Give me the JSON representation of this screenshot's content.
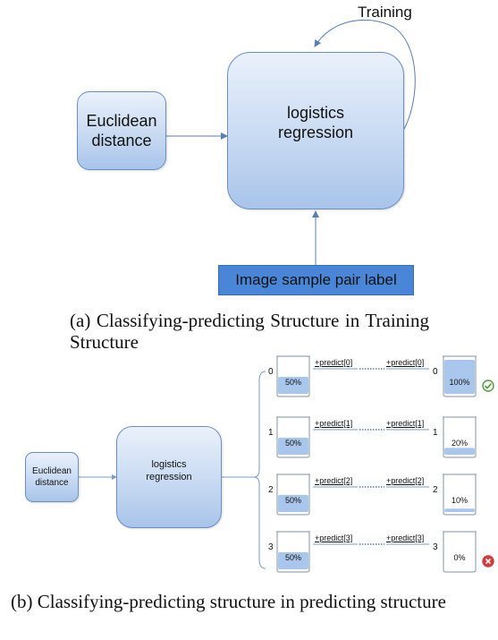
{
  "diagram_a": {
    "training_label": "Training",
    "euclidean_label": "Euclidean distance",
    "regression_label": "logistics regression",
    "sample_label": "Image sample pair label",
    "caption": "(a) Classifying-predicting Structure in Training Structure"
  },
  "diagram_b": {
    "euclidean_label": "Euclidean distance",
    "regression_label": "logistics regression",
    "caption": "(b) Classifying-predicting structure in predicting structure",
    "rows": [
      {
        "index": "0",
        "left_pct": "50%",
        "predict_a": "+predict[0]",
        "predict_b": "+predict[0]",
        "right_index": "0",
        "right_pct": "100%",
        "left_fill": 0.5,
        "right_fill": 1.0,
        "status": "check-icon"
      },
      {
        "index": "1",
        "left_pct": "50%",
        "predict_a": "+predict[1]",
        "predict_b": "+predict[1]",
        "right_index": "1",
        "right_pct": "20%",
        "left_fill": 0.5,
        "right_fill": 0.2,
        "status": ""
      },
      {
        "index": "2",
        "left_pct": "50%",
        "predict_a": "+predict[2]",
        "predict_b": "+predict[2]",
        "right_index": "2",
        "right_pct": "10%",
        "left_fill": 0.5,
        "right_fill": 0.1,
        "status": ""
      },
      {
        "index": "3",
        "left_pct": "50%",
        "predict_a": "+predict[3]",
        "predict_b": "+predict[3]",
        "right_index": "3",
        "right_pct": "0%",
        "left_fill": 0.5,
        "right_fill": 0.0,
        "status": "cross-icon"
      }
    ]
  },
  "colors": {
    "box_border": "#6d8fc0",
    "arrow": "#5a7fb5",
    "sample_fill": "#4a86d8",
    "check": "#4f9a3a",
    "cross": "#d43a3a"
  }
}
